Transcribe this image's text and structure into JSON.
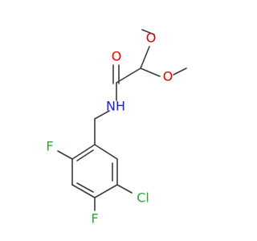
{
  "molecule": {
    "atoms": {
      "o_carbonyl": {
        "label": "O",
        "color": "#e00000"
      },
      "o_methoxy_top": {
        "label": "O",
        "color": "#e00000"
      },
      "o_methoxy_right": {
        "label": "O",
        "color": "#e00000"
      },
      "n_amide": {
        "label": "NH",
        "color": "#1a1aff"
      },
      "f_ortho": {
        "label": "F",
        "color": "#33a333"
      },
      "cl": {
        "label": "Cl",
        "color": "#33a333"
      },
      "f_para": {
        "label": "F",
        "color": "#33a333"
      }
    },
    "bond_color": "#3a3a3a"
  }
}
